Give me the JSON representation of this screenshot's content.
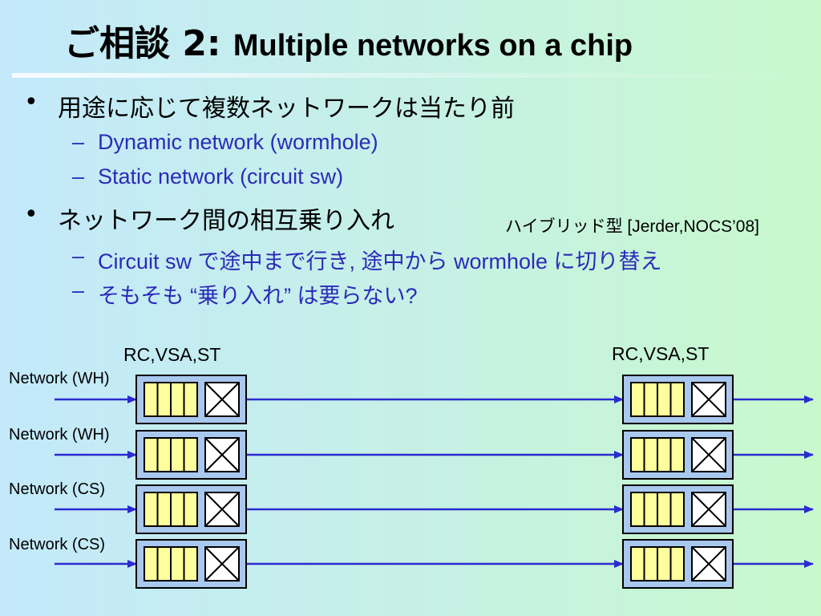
{
  "title": {
    "main": "ご相談 2: ",
    "sub": "Multiple networks on a chip"
  },
  "bullets": [
    {
      "bullet": "•",
      "text": "用途に応じて複数ネットワークは当たり前",
      "subs": [
        {
          "dash": "–",
          "text": "Dynamic network (wormhole)"
        },
        {
          "dash": "–",
          "text": "Static network (circuit sw)"
        }
      ]
    },
    {
      "bullet": "•",
      "text": "ネットワーク間の相互乗り入れ",
      "subs": [
        {
          "dash": "–",
          "text": "Circuit sw で途中まで行き, 途中から wormhole に切り替え"
        },
        {
          "dash": "–",
          "text": "そもそも “乗り入れ” は要らない?"
        }
      ]
    }
  ],
  "note": "ハイブリッド型 [Jerder,NOCS’08]",
  "diagram": {
    "router_labels": [
      "RC,VSA,ST",
      "RC,VSA,ST"
    ],
    "networks": [
      "Network (WH)",
      "Network (WH)",
      "Network (CS)",
      "Network (CS)"
    ],
    "colors": {
      "arrow": "#2b2bd0",
      "router_fill": "#a9c8ee",
      "buffer_fill": "#fefe9c",
      "crossbar_fill": "#ffffff"
    }
  }
}
